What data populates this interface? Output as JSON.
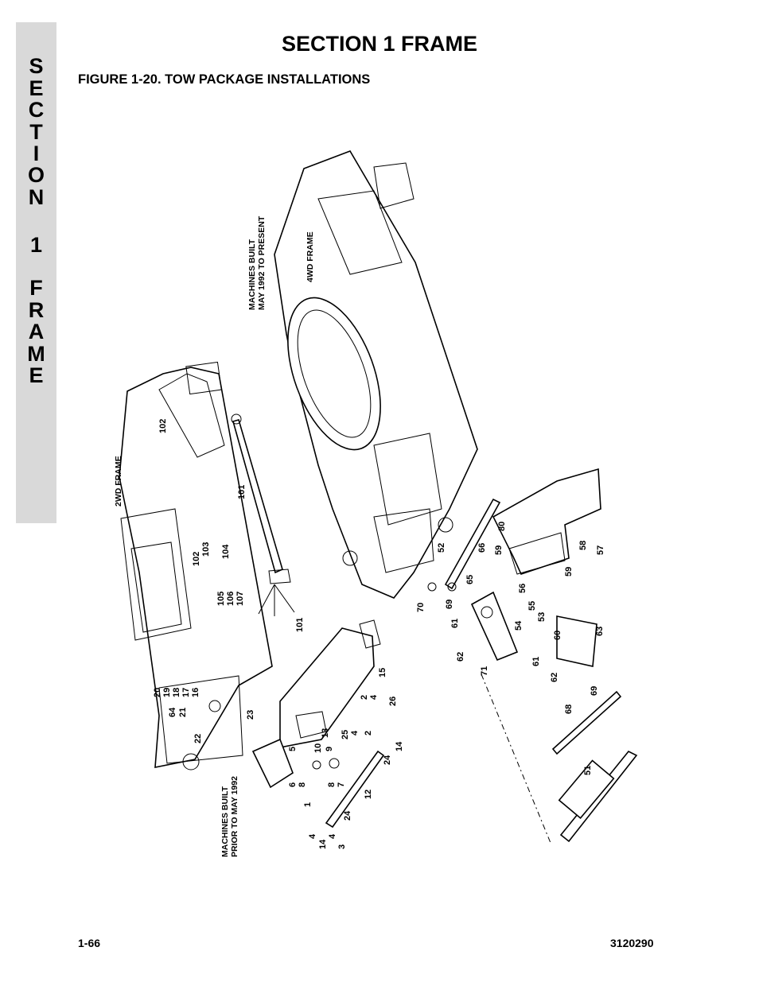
{
  "side_tab": {
    "letters": [
      "S",
      "E",
      "C",
      "T",
      "I",
      "O",
      "N",
      "1",
      "F",
      "R",
      "A",
      "M",
      "E"
    ]
  },
  "header": {
    "title": "SECTION 1  FRAME",
    "figure_caption": "FIGURE 1-20.  TOW PACKAGE INSTALLATIONS"
  },
  "figure": {
    "labels": {
      "frame_4wd": "4WD FRAME",
      "frame_2wd": "2WD FRAME",
      "built_after_line1": "MACHINES BUILT",
      "built_after_line2": "MAY 1992 TO PRESENT",
      "built_before_line1": "MACHINES BUILT",
      "built_before_line2": "PRIOR TO MAY 1992"
    },
    "callouts": {
      "c102a": "102",
      "c101a": "101",
      "c102b": "102",
      "c103": "103",
      "c104": "104",
      "c105": "105",
      "c106": "106",
      "c107": "107",
      "c101b": "101",
      "c20": "20",
      "c19": "19",
      "c18": "18",
      "c17": "17",
      "c16": "16",
      "c64": "64",
      "c21": "21",
      "c22": "22",
      "c23": "23",
      "c15": "15",
      "c2a": "2",
      "c4a": "4",
      "c26": "26",
      "c25": "25",
      "c4b": "4",
      "c2b": "2",
      "c14a": "14",
      "c13": "13",
      "c10": "10",
      "c9": "9",
      "c5": "5",
      "c24a": "24",
      "c6": "6",
      "c8a": "8",
      "c8b": "8",
      "c7": "7",
      "c12": "12",
      "c1": "1",
      "c24b": "24",
      "c4c": "4",
      "c14b": "14",
      "c4d": "4",
      "c3": "3",
      "c52": "52",
      "c66": "66",
      "c59a": "59",
      "c80": "80",
      "c65": "65",
      "c58": "58",
      "c57": "57",
      "c59b": "59",
      "c70": "70",
      "c69a": "69",
      "c56": "56",
      "c55": "55",
      "c53": "53",
      "c54": "54",
      "c60": "60",
      "c63": "63",
      "c61a": "61",
      "c62a": "62",
      "c71": "71",
      "c61b": "61",
      "c62b": "62",
      "c69b": "69",
      "c68": "68",
      "c51": "51"
    }
  },
  "footer": {
    "page_number": "1-66",
    "doc_number": "3120290"
  }
}
